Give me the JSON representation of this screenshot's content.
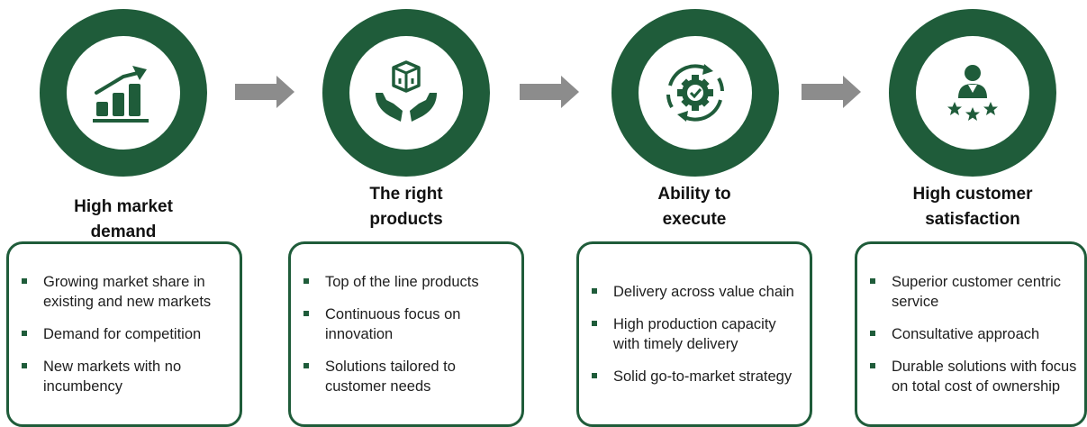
{
  "colors": {
    "accent": "#1f5c3a",
    "arrow": "#8c8c8c",
    "text": "#1e1e1e"
  },
  "steps": [
    {
      "icon": "growth-chart-icon",
      "title_lines": [
        "High market",
        "demand"
      ],
      "bullets": [
        "Growing market share in existing and new markets",
        "Demand for competition",
        "New markets with no incumbency"
      ]
    },
    {
      "icon": "box-in-hands-icon",
      "title_lines": [
        "The right",
        "products"
      ],
      "bullets": [
        "Top of the line products",
        "Continuous focus on innovation",
        "Solutions tailored to customer needs"
      ]
    },
    {
      "icon": "gear-cycle-check-icon",
      "title_lines": [
        "Ability to",
        "execute"
      ],
      "bullets": [
        "Delivery across value chain",
        "High production capacity with timely delivery",
        "Solid go-to-market strategy"
      ]
    },
    {
      "icon": "customer-stars-icon",
      "title_lines": [
        "High customer",
        "satisfaction"
      ],
      "bullets": [
        "Superior customer centric service",
        "Consultative approach",
        "Durable solutions with focus on total cost of ownership"
      ]
    }
  ]
}
